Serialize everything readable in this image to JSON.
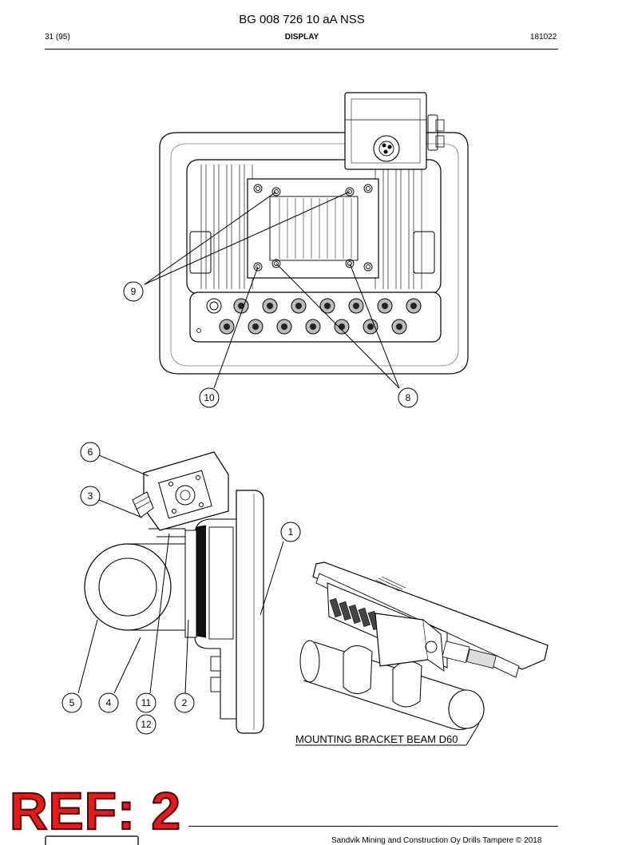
{
  "header": {
    "doc_id": "BG 008 726 10 aA NSS",
    "page": "31 (95)",
    "section": "DISPLAY",
    "date": "181022"
  },
  "figure": {
    "callouts_top": [
      "9",
      "10",
      "8"
    ],
    "callouts_side": [
      "6",
      "3",
      "1",
      "5",
      "4",
      "11",
      "2",
      "12"
    ],
    "caption": "MOUNTING BRACKET BEAM D60"
  },
  "stamp": {
    "text": "REF: 2"
  },
  "footer": {
    "text": "Sandvik Mining and Construction Oy Drills Tampere © 2018"
  }
}
